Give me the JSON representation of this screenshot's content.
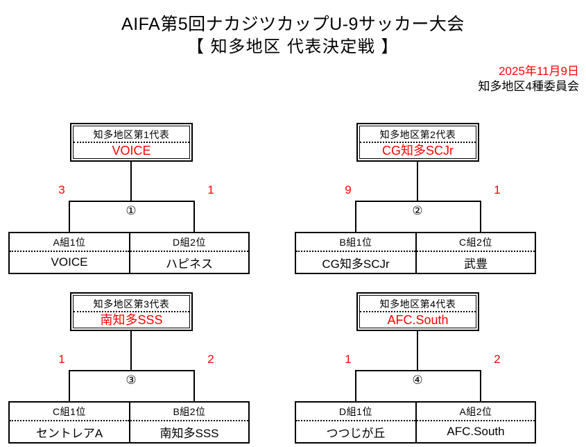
{
  "header": {
    "title_line1": "AIFA第5回ナカジツカップU-9サッカー大会",
    "title_line2": "【 知多地区 代表決定戦 】",
    "date": "2025年11月9日",
    "organizer": "知多地区4種委員会"
  },
  "colors": {
    "accent_red": "#ff0000",
    "line_black": "#000000",
    "background": "#ffffff"
  },
  "brackets": [
    {
      "id": "bracket-1",
      "position": "top-left",
      "rep_title": "知多地区第1代表",
      "rep_name": "VOICE",
      "match_no": "①",
      "score_left": "3",
      "score_right": "1",
      "teams": [
        {
          "rank": "A組1位",
          "name": "VOICE"
        },
        {
          "rank": "D組2位",
          "name": "ハピネス"
        }
      ]
    },
    {
      "id": "bracket-2",
      "position": "top-right",
      "rep_title": "知多地区第2代表",
      "rep_name": "CG知多SCJr",
      "match_no": "②",
      "score_left": "9",
      "score_right": "1",
      "teams": [
        {
          "rank": "B組1位",
          "name": "CG知多SCJr"
        },
        {
          "rank": "C組2位",
          "name": "武豊"
        }
      ]
    },
    {
      "id": "bracket-3",
      "position": "bottom-left",
      "rep_title": "知多地区第3代表",
      "rep_name": "南知多SSS",
      "match_no": "③",
      "score_left": "1",
      "score_right": "2",
      "teams": [
        {
          "rank": "C組1位",
          "name": "セントレアA"
        },
        {
          "rank": "B組2位",
          "name": "南知多SSS"
        }
      ]
    },
    {
      "id": "bracket-4",
      "position": "bottom-right",
      "rep_title": "知多地区第4代表",
      "rep_name": "AFC.South",
      "match_no": "④",
      "score_left": "1",
      "score_right": "2",
      "teams": [
        {
          "rank": "D組1位",
          "name": "つつじが丘"
        },
        {
          "rank": "A組2位",
          "name": "AFC.South"
        }
      ]
    }
  ]
}
